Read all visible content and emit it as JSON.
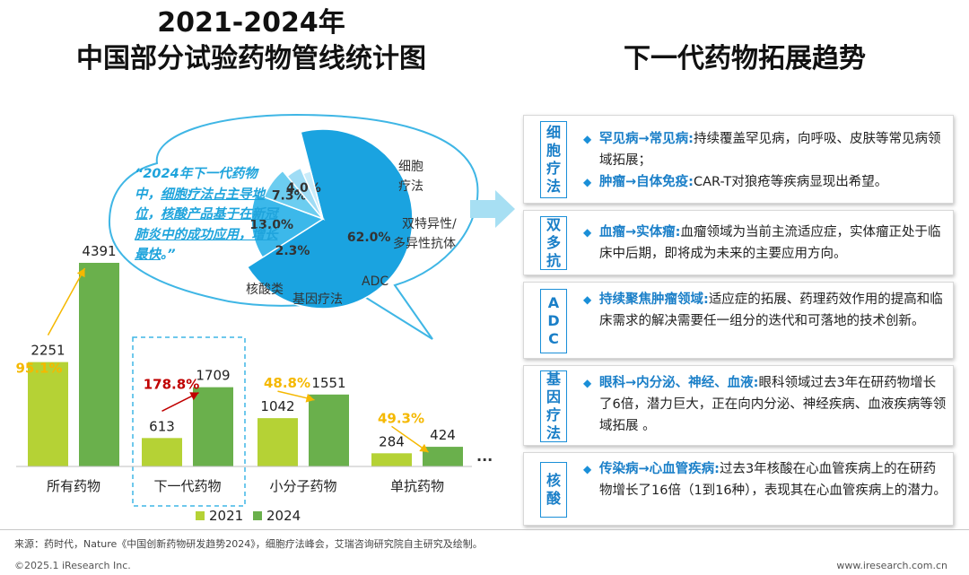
{
  "title_left_1": "2021-2024年",
  "title_left_2": "中国部分试验药物管线统计图",
  "title_right": "下一代药物拓展趋势",
  "quote": {
    "p1": "“2024年下一代药物中，",
    "u1": "细胞疗法占主导地位",
    "p2": "，",
    "u2": "核酸产品基于在新冠肺炎中的成功应用，增长最快",
    "p3": "。”"
  },
  "chart_data": [
    {
      "type": "bar",
      "categories": [
        "所有药物",
        "下一代药物",
        "小分子药物",
        "单抗药物"
      ],
      "series": [
        {
          "name": "2021",
          "values": [
            2251,
            613,
            1042,
            284
          ],
          "color": "#b5d235"
        },
        {
          "name": "2024",
          "values": [
            4391,
            1709,
            1551,
            424
          ],
          "color": "#6ab04c"
        }
      ],
      "growth_labels": [
        "95.1%",
        "178.8%",
        "48.8%",
        "49.3%"
      ],
      "growth_colors": [
        "#f5b800",
        "#c00000",
        "#f5b800",
        "#f5b800"
      ],
      "ellipsis": "...",
      "legend_position": "bottom"
    },
    {
      "type": "pie",
      "labels": [
        "细胞疗法",
        "双特异性/多异性抗体",
        "ADC",
        "基因疗法",
        "核酸类"
      ],
      "values": [
        62.0,
        13.0,
        7.3,
        4.0,
        2.3
      ],
      "percent_labels": [
        "62.0%",
        "13.0%",
        "7.3%",
        "4.0%",
        "2.3%"
      ],
      "colors": [
        "#1aa3e0",
        "#3cb8ea",
        "#6ccdf0",
        "#9fdcf5",
        "#c9ecfa"
      ]
    }
  ],
  "pie_labels": {
    "cell_1": "细胞",
    "cell_2": "疗法",
    "bispec_1": "双特异性/",
    "bispec_2": "多异性抗体",
    "adc": "ADC",
    "gene": "基因疗法",
    "nucleic": "核酸类"
  },
  "panels": [
    {
      "tag": [
        "细",
        "胞",
        "疗",
        "法"
      ],
      "items": [
        {
          "hl": "罕见病→常见病:",
          "text": "持续覆盖罕见病，向呼吸、皮肤等常见病领域拓展；"
        },
        {
          "hl": "肿瘤→自体免疫:",
          "text": "CAR-T对狼疮等疾病显现出希望。"
        }
      ]
    },
    {
      "tag": [
        "双",
        "多",
        "抗"
      ],
      "items": [
        {
          "hl": "血瘤→实体瘤:",
          "text": "血瘤领域为当前主流适应症，实体瘤正处于临床中后期，即将成为未来的主要应用方向。"
        }
      ]
    },
    {
      "tag": [
        "A",
        "D",
        "C"
      ],
      "items": [
        {
          "hl": "持续聚焦肿瘤领域:",
          "text": "适应症的拓展、药理药效作用的提高和临床需求的解决需要任一组分的迭代和可落地的技术创新。"
        }
      ]
    },
    {
      "tag": [
        "基",
        "因",
        "疗",
        "法"
      ],
      "items": [
        {
          "hl": "眼科→内分泌、神经、血液:",
          "text": "眼科领域过去3年在研药物增长了6倍，潜力巨大，正在向内分泌、神经疾病、血液疾病等领域拓展 。"
        }
      ]
    },
    {
      "tag": [
        "核",
        "酸"
      ],
      "items": [
        {
          "hl": "传染病→心血管疾病:",
          "text": "过去3年核酸在心血管疾病上的在研药物增长了16倍（1到16种），表现其在心血管疾病上的潜力。"
        }
      ]
    }
  ],
  "source": "来源：药时代，Nature《中国创新药物研发趋势2024》，细胞疗法峰会，艾瑞咨询研究院自主研究及绘制。",
  "footer_left": "©2025.1 iResearch Inc.",
  "footer_right": "www.iresearch.com.cn"
}
